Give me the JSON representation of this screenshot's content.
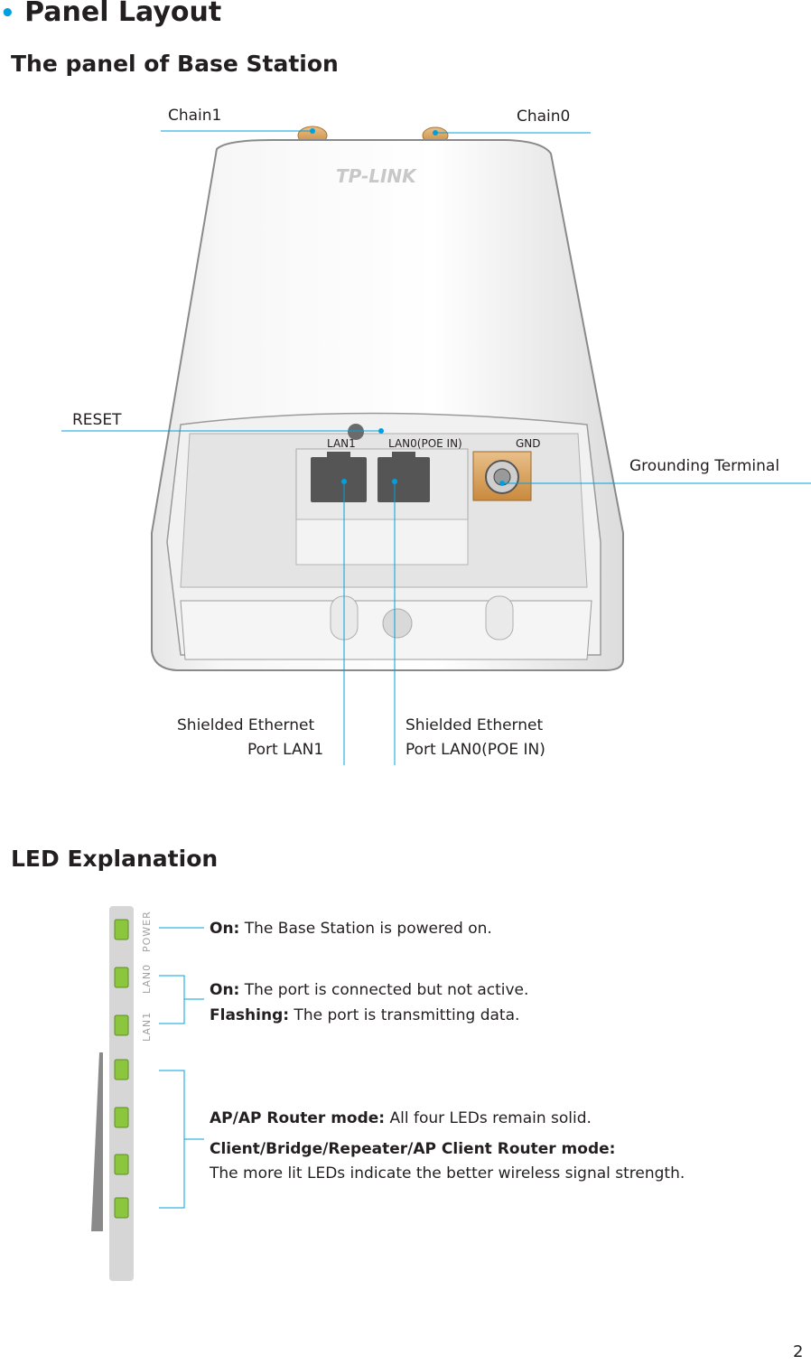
{
  "page": {
    "title": "Panel Layout",
    "page_number": "2"
  },
  "panel": {
    "heading": "The panel of Base Station",
    "brand": "TP-LINK",
    "callouts": {
      "chain1": "Chain1",
      "chain0": "Chain0",
      "reset": "RESET",
      "grounding": "Grounding Terminal",
      "lan1_line1": "Shielded  Ethernet",
      "lan1_line2": "Port LAN1",
      "lan0_line1": "Shielded  Ethernet",
      "lan0_line2": "Port LAN0(POE IN)"
    },
    "port_labels": {
      "lan1": "LAN1",
      "lan0": "LAN0(POE IN)",
      "gnd": "GND"
    },
    "colors": {
      "accent": "#00a0e0",
      "led_green": "#8cc63f",
      "gnd_gold": "#d9a35f"
    }
  },
  "led": {
    "heading": "LED Explanation",
    "names": {
      "power": "POWER",
      "lan0": "LAN0",
      "lan1": "LAN1"
    },
    "power": {
      "on_label": "On:",
      "on_text": " The Base Station is powered on."
    },
    "lan": {
      "on_label": "On:",
      "on_text": " The port is connected but not active.",
      "flash_label": "Flashing:",
      "flash_text": " The port is transmitting data."
    },
    "signal": {
      "ap_label": "AP/AP Router mode:",
      "ap_text": " All four LEDs remain solid.",
      "client_label": "Client/Bridge/Repeater/AP Client Router mode:",
      "client_text": "The more lit LEDs indicate the better wireless signal strength."
    }
  }
}
